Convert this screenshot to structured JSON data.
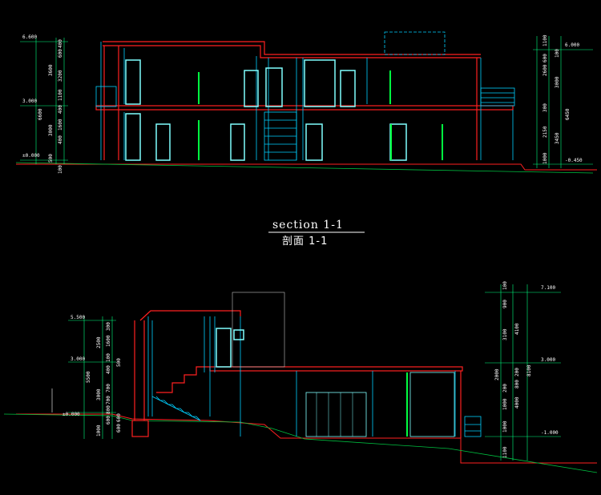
{
  "drawing": {
    "title": "section 1-1",
    "subtitle": "剖面 1-1",
    "colors": {
      "background": "#000000",
      "structure": "#ff2020",
      "walls": "#00d0ff",
      "glass": "#80ffff",
      "ground": "#00c040",
      "dims": "#00ff80",
      "text": "#ffffff"
    }
  },
  "top_section": {
    "left_levels": [
      "6.600",
      "3.000",
      "±0.000"
    ],
    "left_dims_outer": [
      "3600",
      "6600",
      "3000",
      "500"
    ],
    "left_dims_inner": [
      "400",
      "600",
      "3200",
      "1100",
      "400",
      "1600",
      "400",
      "100"
    ],
    "right_levels": [
      "6.000",
      "-0.450"
    ],
    "right_dims_outer": [
      "1100",
      "2600",
      "3000",
      "300",
      "2150",
      "1000"
    ],
    "right_dims_inner": [
      "600",
      "100",
      "6450",
      "3450"
    ]
  },
  "bottom_section": {
    "left_levels": [
      "5.500",
      "3.000",
      "±0.000"
    ],
    "left_dims_outer": [
      "2500",
      "5500",
      "3000",
      "1000"
    ],
    "left_dims_inner": [
      "300",
      "1600",
      "100",
      "400",
      "500",
      "700",
      "700",
      "800",
      "600",
      "600",
      "600"
    ],
    "right_levels": [
      "7.100",
      "3.000",
      "-1.000"
    ],
    "right_dims_outer": [
      "100",
      "900",
      "3100",
      "2000",
      "200",
      "1000",
      "1000",
      "1100"
    ],
    "right_dims_inner": [
      "4100",
      "8100",
      "4000",
      "800",
      "200"
    ]
  }
}
